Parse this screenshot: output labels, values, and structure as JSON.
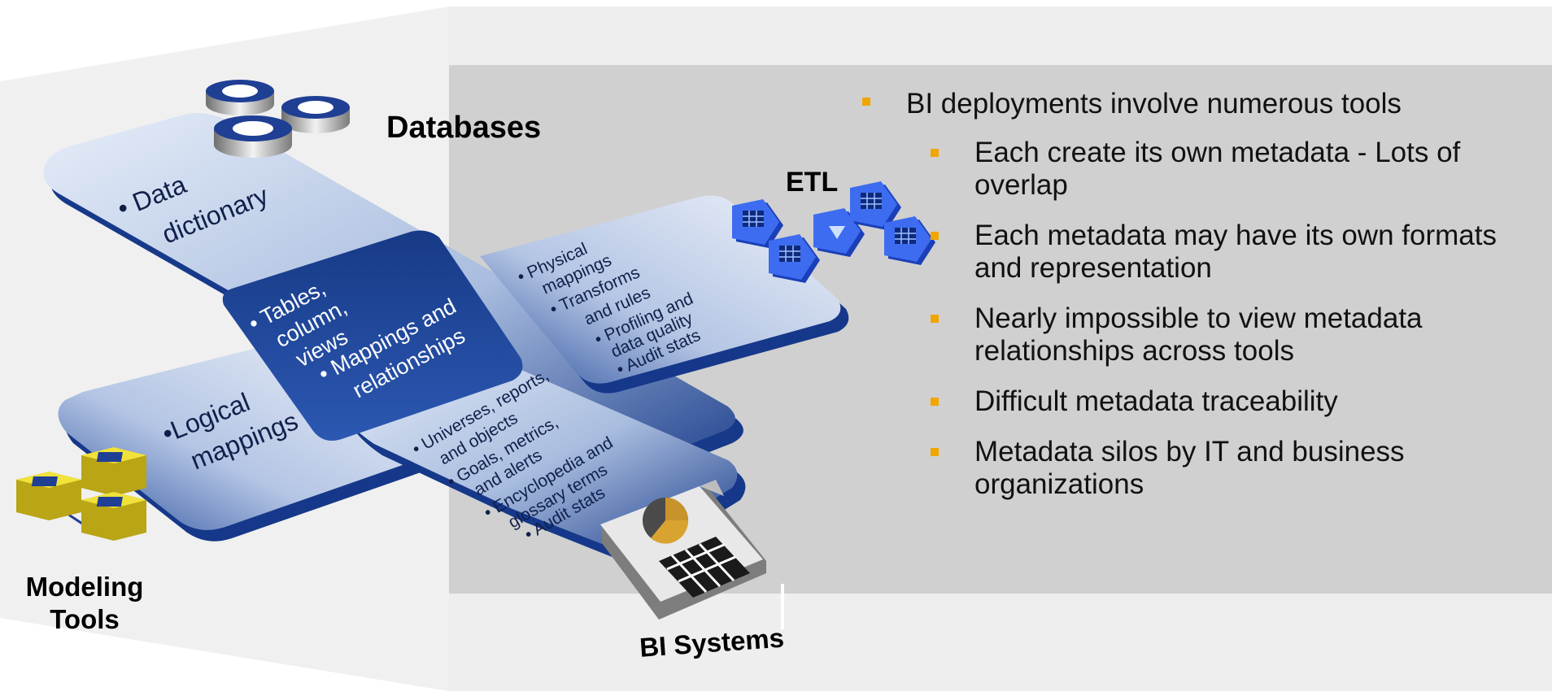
{
  "labels": {
    "databases": "Databases",
    "etl": "ETL",
    "modeling_tools_line1": "Modeling",
    "modeling_tools_line2": "Tools",
    "bi_systems": "BI Systems"
  },
  "panels": {
    "data_dictionary": [
      "• Data",
      "dictionary"
    ],
    "logical_mappings": [
      "•Logical",
      "mappings"
    ],
    "center": [
      "• Tables,",
      "column,",
      "views",
      "• Mappings and",
      "relationships"
    ],
    "etl_items": [
      "• Physical",
      "mappings",
      "• Transforms",
      "and rules",
      "• Profiling and",
      "data quality",
      "• Audit stats"
    ],
    "bi_items": [
      "• Universes, reports,",
      "and objects",
      "• Goals, metrics,",
      "and alerts",
      "• Encyclopedia and",
      "glossary terms",
      "• Audit stats"
    ]
  },
  "bullets": {
    "main": "BI deployments involve numerous tools",
    "sub": [
      [
        "Each create its own metadata - Lots of",
        "overlap"
      ],
      [
        "Each metadata may have its own formats",
        "and representation"
      ],
      [
        "Nearly impossible to view metadata",
        "relationships across tools"
      ],
      [
        "Difficult metadata traceability"
      ],
      [
        "Metadata silos by IT and business",
        "organizations"
      ]
    ]
  },
  "colors": {
    "bullet_marker": "#f0a500",
    "panel_light": "#c9d6ec",
    "panel_dark": "#1c3f8c",
    "bi_tray": "#1b3e8a",
    "icon_blue": "#2f5fe0",
    "icon_yellow": "#e8d62a"
  }
}
